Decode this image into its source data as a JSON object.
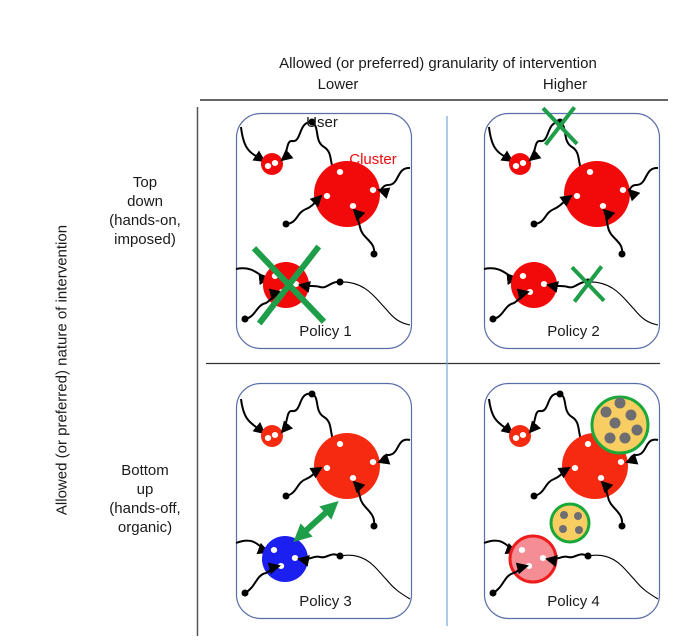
{
  "header": {
    "title": "Allowed (or preferred) granularity of intervention",
    "columns": [
      "Lower",
      "Higher"
    ]
  },
  "side": {
    "title": "Allowed (or preferred) nature of intervention",
    "rows": [
      "Top\ndown\n(hands-on,\nimposed)",
      "Bottom\nup\n(hands-off,\norganic)"
    ]
  },
  "panels": [
    {
      "label": "Policy 1",
      "description": "Top-down, lower granularity: entire cluster removed"
    },
    {
      "label": "Policy 2",
      "description": "Top-down, higher granularity: individual user links cut"
    },
    {
      "label": "Policy 3",
      "description": "Bottom-up, lower granularity: clusters interact"
    },
    {
      "label": "Policy 4",
      "description": "Bottom-up, higher granularity: new counter-clusters"
    }
  ],
  "annotations": {
    "user_label": "User",
    "cluster_label": "Cluster"
  },
  "colors": {
    "cluster_red": "#f20a0a",
    "cluster_orange_red": "#f52a10",
    "cluster_blue": "#1b1ff0",
    "cluster_pink": "#f58d95",
    "cluster_pink_border": "#ee1c1c",
    "counter_cluster_fill": "#f8cd62",
    "counter_cluster_border": "#1aa83a",
    "counter_dot": "#6e6e72",
    "intervention_green": "#1f9e4a",
    "panel_border": "#5a6ea8",
    "divider_blue": "#7aa7d6",
    "divider_dark": "#333333"
  }
}
